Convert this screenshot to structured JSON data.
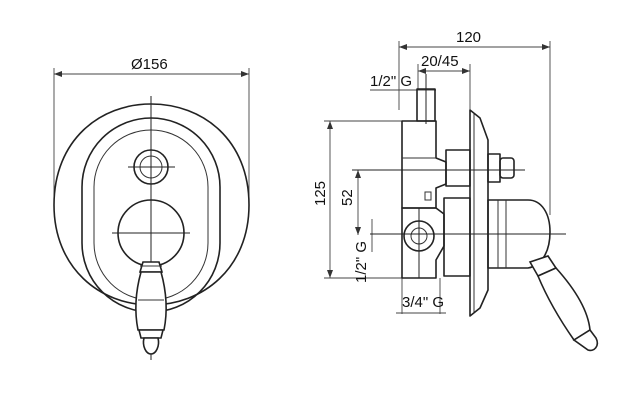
{
  "dimensions": {
    "front_diameter": "Ø156",
    "side_depth": "120",
    "side_depth_range": "20/45",
    "top_outlet_thread": "1/2\" G",
    "overall_height": "125",
    "outlet_spacing": "52",
    "side_outlet_thread": "1/2\" G",
    "bottom_inlet_thread": "3/4\" G"
  }
}
